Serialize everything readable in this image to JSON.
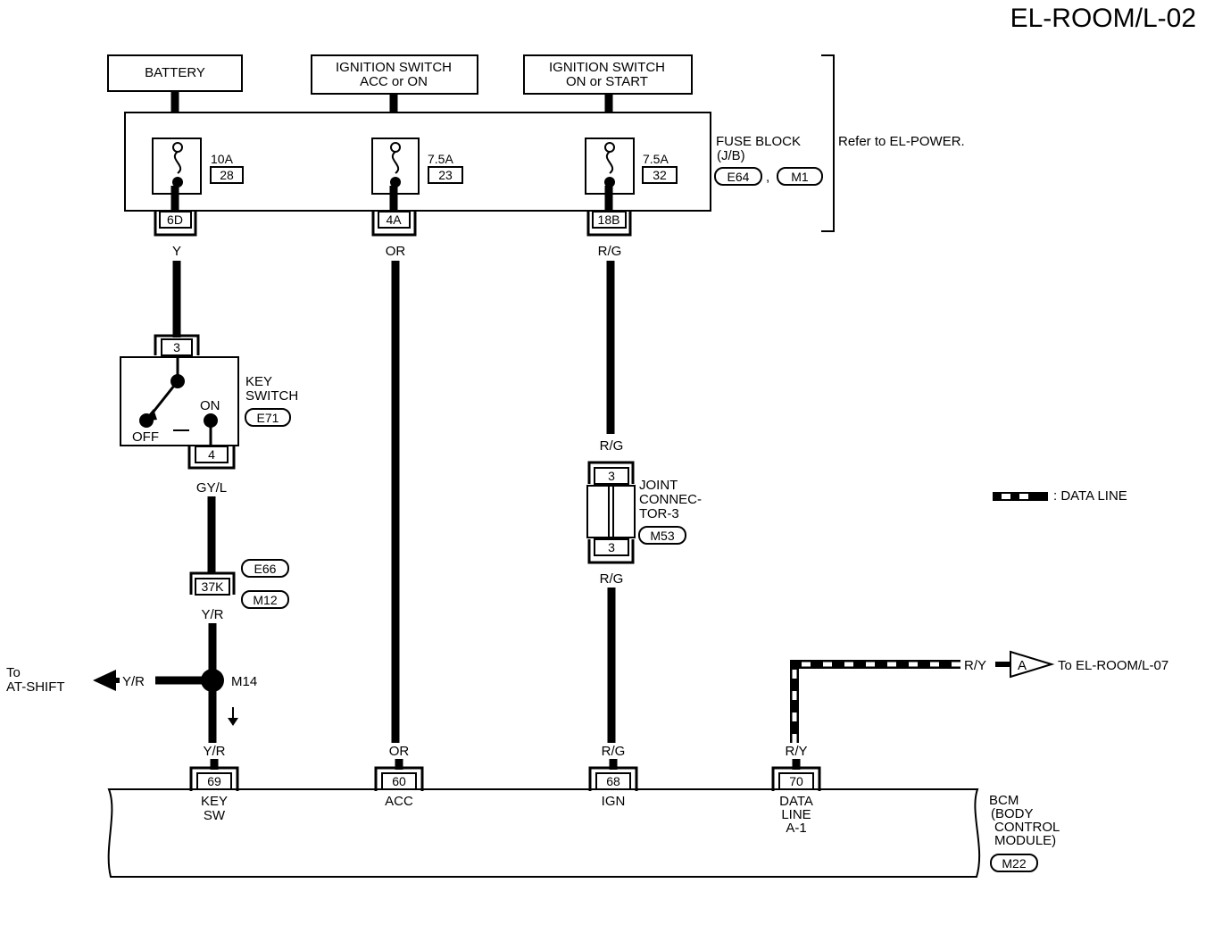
{
  "title": "EL-ROOM/L-02",
  "sources": {
    "battery": "BATTERY",
    "ign_acc_l1": "IGNITION SWITCH",
    "ign_acc_l2": "ACC or ON",
    "ign_start_l1": "IGNITION SWITCH",
    "ign_start_l2": "ON or START"
  },
  "fuse_block": {
    "label_l1": "FUSE BLOCK",
    "label_l2": "(J/B)",
    "conn_1": "E64",
    "separator": ",",
    "conn_2": "M1",
    "refer": "Refer to EL-POWER.",
    "fuses": [
      {
        "amp": "10A",
        "num": "28",
        "terminal": "6D",
        "wire": "Y"
      },
      {
        "amp": "7.5A",
        "num": "23",
        "terminal": "4A",
        "wire": "OR"
      },
      {
        "amp": "7.5A",
        "num": "32",
        "terminal": "18B",
        "wire": "R/G"
      }
    ]
  },
  "key_switch": {
    "label_l1": "KEY",
    "label_l2": "SWITCH",
    "conn": "E71",
    "pin_in": "3",
    "pin_out": "4",
    "off": "OFF",
    "on": "ON",
    "wire_out": "GY/L"
  },
  "connector_37k": {
    "pin": "37K",
    "conn_1": "E66",
    "conn_2": "M12",
    "wire_out": "Y/R"
  },
  "splice": {
    "id": "M14",
    "to_l1": "To",
    "to_l2": "AT-SHIFT",
    "wire": "Y/R"
  },
  "joint_connector": {
    "label_l1": "JOINT",
    "label_l2": "CONNEC-",
    "label_l3": "TOR-3",
    "conn": "M53",
    "pin_top": "3",
    "pin_bottom": "3",
    "wire_in": "R/G",
    "wire_out": "R/G"
  },
  "legend": {
    "data_line": ": DATA LINE"
  },
  "data_line": {
    "wire": "R/Y",
    "connector": "A",
    "to": "To EL-ROOM/L-07"
  },
  "bcm": {
    "label_l1": "BCM",
    "label_l2": "(BODY",
    "label_l3": "CONTROL",
    "label_l4": "MODULE)",
    "conn": "M22",
    "terminals": [
      {
        "pin": "69",
        "wire": "Y/R",
        "name_l1": "KEY",
        "name_l2": "SW"
      },
      {
        "pin": "60",
        "wire": "OR",
        "name_l1": "ACC",
        "name_l2": ""
      },
      {
        "pin": "68",
        "wire": "R/G",
        "name_l1": "IGN",
        "name_l2": ""
      },
      {
        "pin": "70",
        "wire": "R/Y",
        "name_l1": "DATA",
        "name_l2": "LINE",
        "name_l3": "A-1"
      }
    ]
  }
}
